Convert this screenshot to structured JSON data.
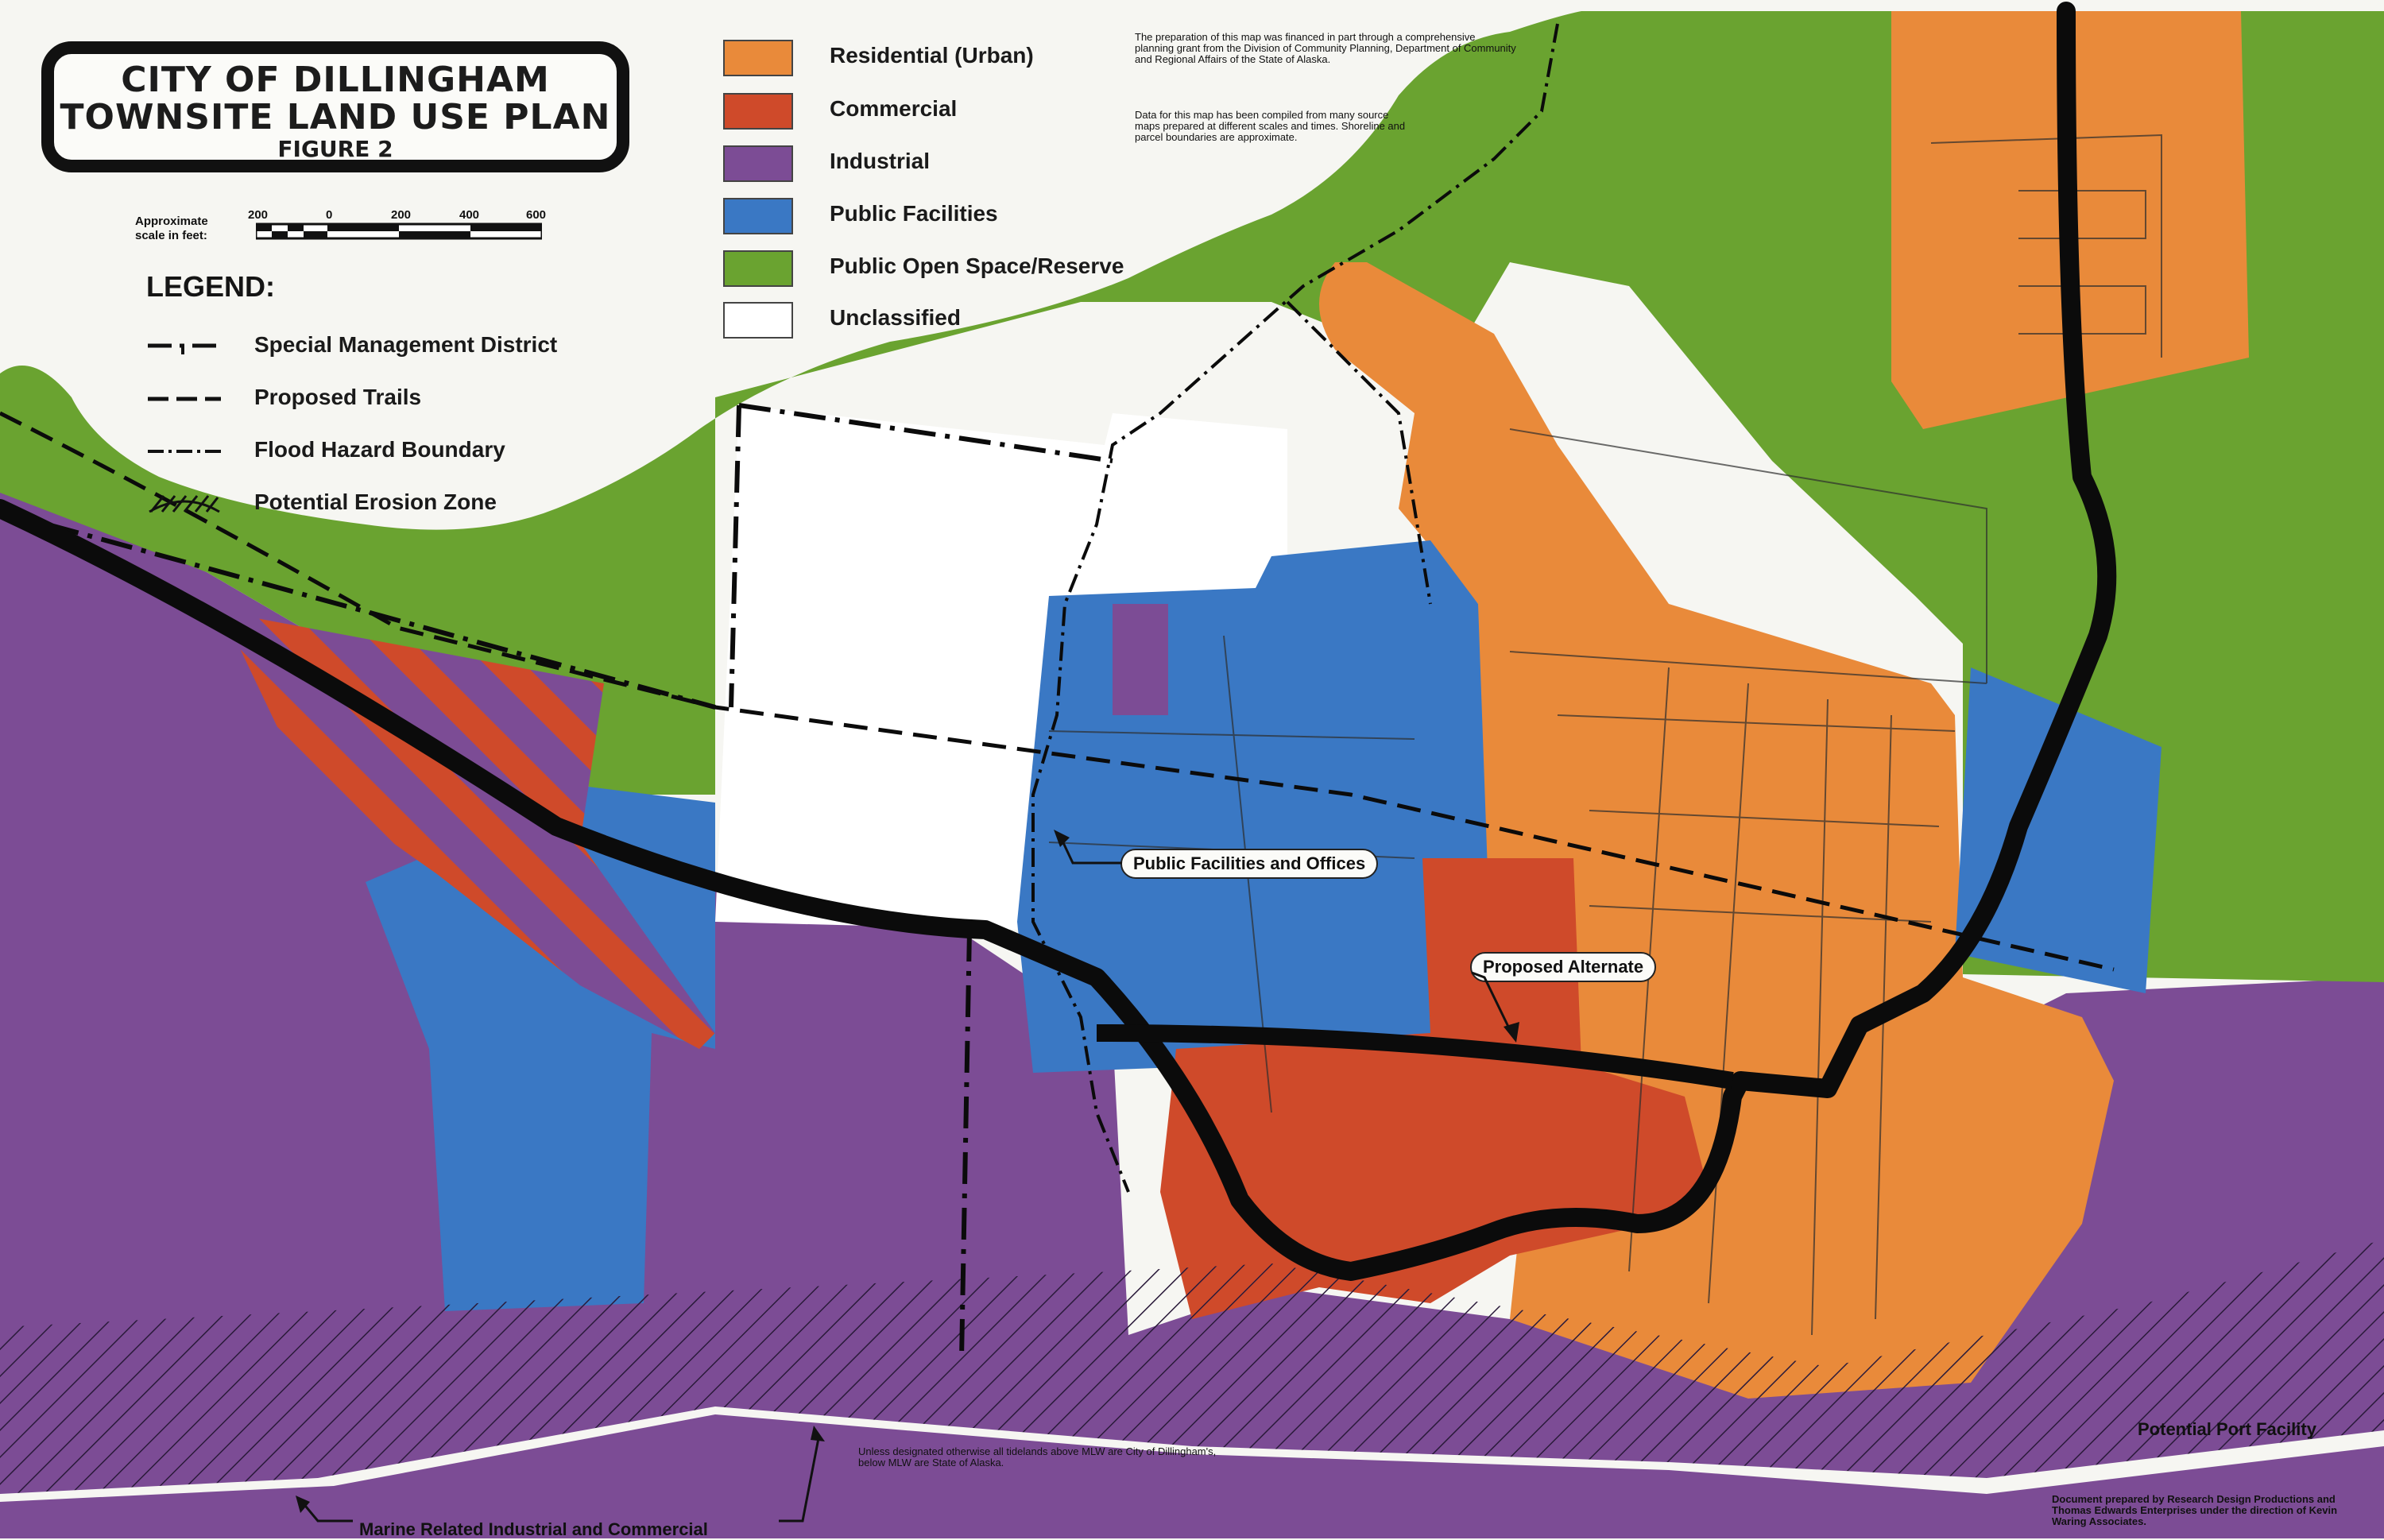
{
  "title": {
    "line1": "CITY OF DILLINGHAM",
    "line2": "TOWNSITE LAND USE PLAN",
    "line3": "FIGURE 2"
  },
  "scale": {
    "caption_line1": "Approximate",
    "caption_line2": "scale in feet:",
    "ticks": [
      "200",
      "0",
      "200",
      "400",
      "600"
    ]
  },
  "legend": {
    "header": "LEGEND:",
    "items": [
      {
        "label": "Special Management District",
        "symbol": "special-management-district"
      },
      {
        "label": "Proposed Trails",
        "symbol": "proposed-trails"
      },
      {
        "label": "Flood Hazard Boundary",
        "symbol": "flood-hazard-boundary"
      },
      {
        "label": "Potential Erosion Zone",
        "symbol": "potential-erosion-zone"
      }
    ]
  },
  "land_use_key": [
    {
      "label": "Residential (Urban)",
      "color": "#e98a3a"
    },
    {
      "label": "Commercial",
      "color": "#cf4a2a"
    },
    {
      "label": "Industrial",
      "color": "#7c4c95"
    },
    {
      "label": "Public Facilities",
      "color": "#3a78c4"
    },
    {
      "label": "Public Open Space/Reserve",
      "color": "#6aa330"
    },
    {
      "label": "Unclassified",
      "color": "#ffffff"
    }
  ],
  "notes": {
    "financing": "The preparation of this map was financed in part through a comprehensive planning grant from the Division of Community Planning, Department of Community and Regional Affairs of the State of Alaska.",
    "data_sources": "Data for this map has been compiled from many source maps prepared at different scales and times. Shoreline and parcel boundaries are approximate.",
    "tidelands": "Unless designated otherwise all tidelands above MLW are City of Dillingham's, below MLW are State of Alaska.",
    "credits": "Document prepared by Research Design Productions and Thomas Edwards Enterprises under the direction of Kevin Waring Associates."
  },
  "callouts": {
    "public_facilities": "Public Facilities and Offices",
    "proposed_alternate": "Proposed Alternate",
    "potential_port": "Potential Port Facility",
    "marine": "Marine Related Industrial and Commercial"
  },
  "colors": {
    "residential": "#e98a3a",
    "commercial": "#cf4a2a",
    "industrial": "#7c4c95",
    "public_facilities": "#3a78c4",
    "open_space": "#6aa330",
    "unclassified": "#ffffff",
    "road": "#0b0b0b"
  }
}
